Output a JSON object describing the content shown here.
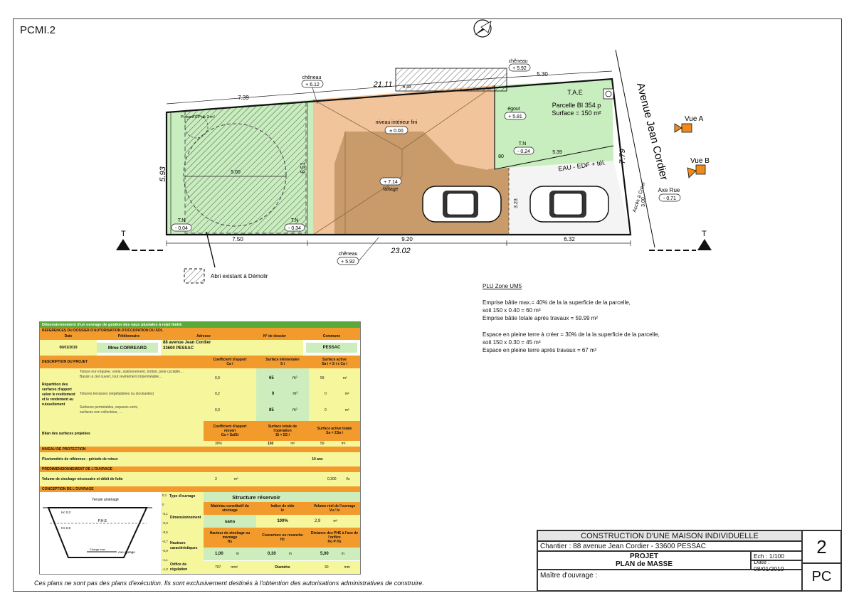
{
  "sheet_label": "PCMI.2",
  "plan": {
    "street_name": "Avenue Jean Cordier",
    "dims": {
      "top_total": "21.11",
      "top_left": "7.39",
      "top_right": "5.30",
      "top_small": "6.43",
      "bottom_total": "23.02",
      "bottom_left": "7.50",
      "bottom_mid": "9.20",
      "bottom_right": "6.32",
      "left_height": "5.93",
      "inner_height": "6.51",
      "right_height": "7.79",
      "circle_diam": "5.00",
      "line_539": "5.39",
      "dim_80": "80",
      "dim_323": "3.23",
      "dim_300": "3.00"
    },
    "labels": {
      "cheneau": "chêneau",
      "cheneau_1_val": "+ 6.12",
      "cheneau_2_val": "+ 5.92",
      "cheneau_3_val": "+ 5.92",
      "niveau": "niveau intérieur fini",
      "niveau_val": "± 0.00",
      "faitage": "faîtage",
      "faitage_val": "+ 7.14",
      "egout": "égout",
      "egout_val": "+ 5.81",
      "tn": "T.N",
      "tn_right_val": "- 0.24",
      "tn_left_val": "- 0.04",
      "tn_mid_val": "- 0.34",
      "parcelle_1": "Parcelle BI 354 p",
      "parcelle_2": "Surface = 150 m²",
      "tae": "T.A.E",
      "eau": "EAU - EDF + tél.",
      "puisard": "Puisard EP de 3 m³",
      "acces": "Accès à Créer",
      "vue_a": "Vue A",
      "vue_b": "Vue B",
      "axe_rue": "Axe Rue",
      "axe_rue_val": "- 0.71",
      "t_mark": "T",
      "legend": "Abri existant à Démolir"
    }
  },
  "plu": {
    "title": "PLU Zone UM5",
    "l1": "Emprise bâtie max.= 40% de la la superficie de la parcelle,",
    "l2": "soit 150 x 0.40 = 60 m²",
    "l3": "Emprise bâtie totale après travaux = 59.99 m²",
    "l4": "Espace en pleine terre à créer = 30% de la la superficie de la parcelle,",
    "l5": "soit 150 x 0.30 = 45 m²",
    "l6": "Espace en pleine terre après travaux = 67 m²"
  },
  "table": {
    "title": "Dimensionnement d'un ouvrage de gestion des eaux pluviales à rejet limité",
    "ref_header": "REFERENCES DU DOSSIER D'AUTORISATION D'OCCUPATION DU SOL",
    "col_date": "Date",
    "col_pet": "Pétitionnaire",
    "col_addr": "Adresse",
    "col_num": "N° de dossier",
    "col_com": "Commune",
    "date": "06/01/2019",
    "petitionnaire": "Mme CORREARD",
    "addr1": "88 avenue Jean Cordier",
    "addr2": "33600 PESSAC",
    "commune": "PESSAC",
    "desc_header": "DESCRIPTION DU PROJET",
    "coef_h": "Coefficient d'apport",
    "coef_s": "Ca i",
    "surf_h": "Surface élémentaire",
    "surf_s": "S i",
    "act_h": "Surface active",
    "act_s": "Sa i = S i x Ca i",
    "repart": "Répartition des surfaces d'apport selon le revêtement et le rendement au ruissellement",
    "row1_d1": "Toiture non régulée, voirie, stationnement, trottoir, piste cyclable…",
    "row1_d2": "Bassin à ciel ouvert, tout revêtement imperméable…",
    "row1_c": "0,9",
    "row1_s": "65",
    "row1_a": "59",
    "row2_d": "Toitures terrasses (végétalisées ou stockantes)",
    "row2_c": "0,2",
    "row2_s": "0",
    "row2_a": "0",
    "row3_d1": "Surfaces perméables, espaces verts,",
    "row3_d2": "surfaces non collectées, …",
    "row3_c": "0,0",
    "row3_s": "85",
    "row3_a": "0",
    "unit_m2": "m²",
    "bilan": "Bilan des surfaces projetées",
    "cm_h1": "Coefficient d'apport",
    "cm_h2": "moyen",
    "cm_f": "Ca = Sa/St",
    "st_h1": "Surface totale de",
    "st_h2": "l'opération",
    "st_f": "St = ΣS i",
    "sa_h": "Surface active totale",
    "sa_f": "Sa = ΣSa i",
    "cm_v": "39%",
    "st_v": "150",
    "sa_v": "59",
    "niv_header": "NIVEAU DE PROTECTION",
    "pluvio": "Pluviométrie de référence - période de retour",
    "pluvio_v": "10 ans",
    "pre_header": "PREDIMENSIONNEMENT DE L'OUVRAGE",
    "vol": "Volume de stockage nécessaire et débit de fuite",
    "vol_v": "3",
    "unit_m3": "m³",
    "debit_v": "0,300",
    "unit_ls": "l/s",
    "conc_header": "CONCEPTION DE L'OUVRAGE",
    "type_l": "Type d'ouvrage",
    "type_v": "Structure réservoir",
    "dim_l": "Dimensionnement",
    "mat_h": "Matériau constitutif du stockage",
    "vide_h": "Indice de vide",
    "vide_s": "Iv",
    "vol_h": "Volume réel de l'ouvrage",
    "vol_s": "Vu / Iv",
    "mat_v": "sans",
    "vide_v": "100%",
    "volr_v": "2,9",
    "haut_l": "Hauteurs caractéristiques",
    "hs_h": "Hauteur de stockage ou marnage",
    "hs_s": "Hs",
    "hc_h": "Couverture ou revanche",
    "hc_s": "Hc",
    "dp_h": "Distance des PHE à l'axe de l'orifice",
    "dp_s": "Ho  P  Hs",
    "hs_v": "1,00",
    "hc_v": "0,30",
    "dp_v": "5,00",
    "unit_m": "m",
    "orif_l": "Orifice de régulation",
    "orif_v": "707",
    "unit_mm2": "mm²",
    "diam_l": "Diamètre",
    "diam_v": "30",
    "unit_mm": "mm",
    "sch_terrain": "Terrain aménagé",
    "sch_phe": "P.H.E",
    "sch_hc": "Hc 0,3",
    "sch_hs": "Hs 0,9",
    "sch_charge": "Charge max",
    "sch_axe": "Axe ajutage",
    "sch_ticks": [
      "0,1",
      "0",
      "-0,1",
      "-0,3",
      "-0,5",
      "-0,7",
      "-0,9",
      "-1,1",
      "-1,3"
    ]
  },
  "titleblock": {
    "title": "CONSTRUCTION D'UNE MAISON INDIVIDUELLE",
    "chantier": "Chantier : 88 avenue Jean Cordier - 33600 PESSAC",
    "projet": "PROJET",
    "plan": "PLAN de MASSE",
    "ech": "Ech : 1/100",
    "date": "Date : 08/01/2019",
    "maitre": "Maître d'ouvrage :",
    "num": "2",
    "pc": "PC"
  },
  "footer": "Ces plans ne sont pas des plans d'exécution. Ils sont exclusivement destinés à l'obtention des autorisations administratives de construire."
}
